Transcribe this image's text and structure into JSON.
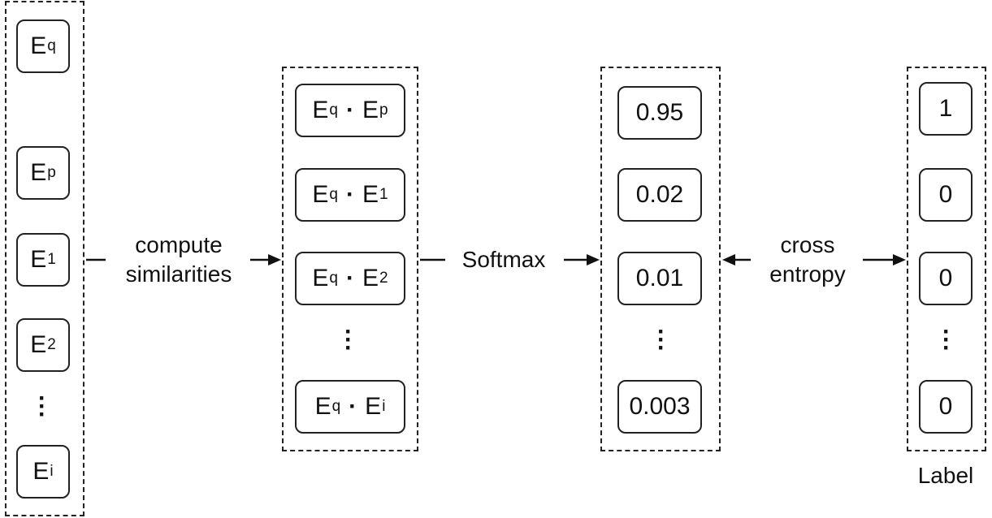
{
  "embeddings": {
    "query": {
      "base": "E",
      "sub": "q"
    },
    "items": [
      {
        "base": "E",
        "sub": "p"
      },
      {
        "base": "E",
        "sub": "1"
      },
      {
        "base": "E",
        "sub": "2"
      },
      {
        "base": "E",
        "sub": "i"
      }
    ]
  },
  "similarities": [
    {
      "a": "E",
      "a_sub": "q",
      "op": "·",
      "b": "E",
      "b_sub": "p"
    },
    {
      "a": "E",
      "a_sub": "q",
      "op": "·",
      "b": "E",
      "b_sub": "1"
    },
    {
      "a": "E",
      "a_sub": "q",
      "op": "·",
      "b": "E",
      "b_sub": "2"
    },
    {
      "a": "E",
      "a_sub": "q",
      "op": "·",
      "b": "E",
      "b_sub": "i"
    }
  ],
  "probabilities": [
    "0.95",
    "0.02",
    "0.01",
    "0.003"
  ],
  "labels": [
    "1",
    "0",
    "0",
    "0"
  ],
  "label_caption": "Label",
  "edges": {
    "compute_line1": "compute",
    "compute_line2": "similarities",
    "softmax": "Softmax",
    "cross_line1": "cross",
    "cross_line2": "entropy"
  }
}
